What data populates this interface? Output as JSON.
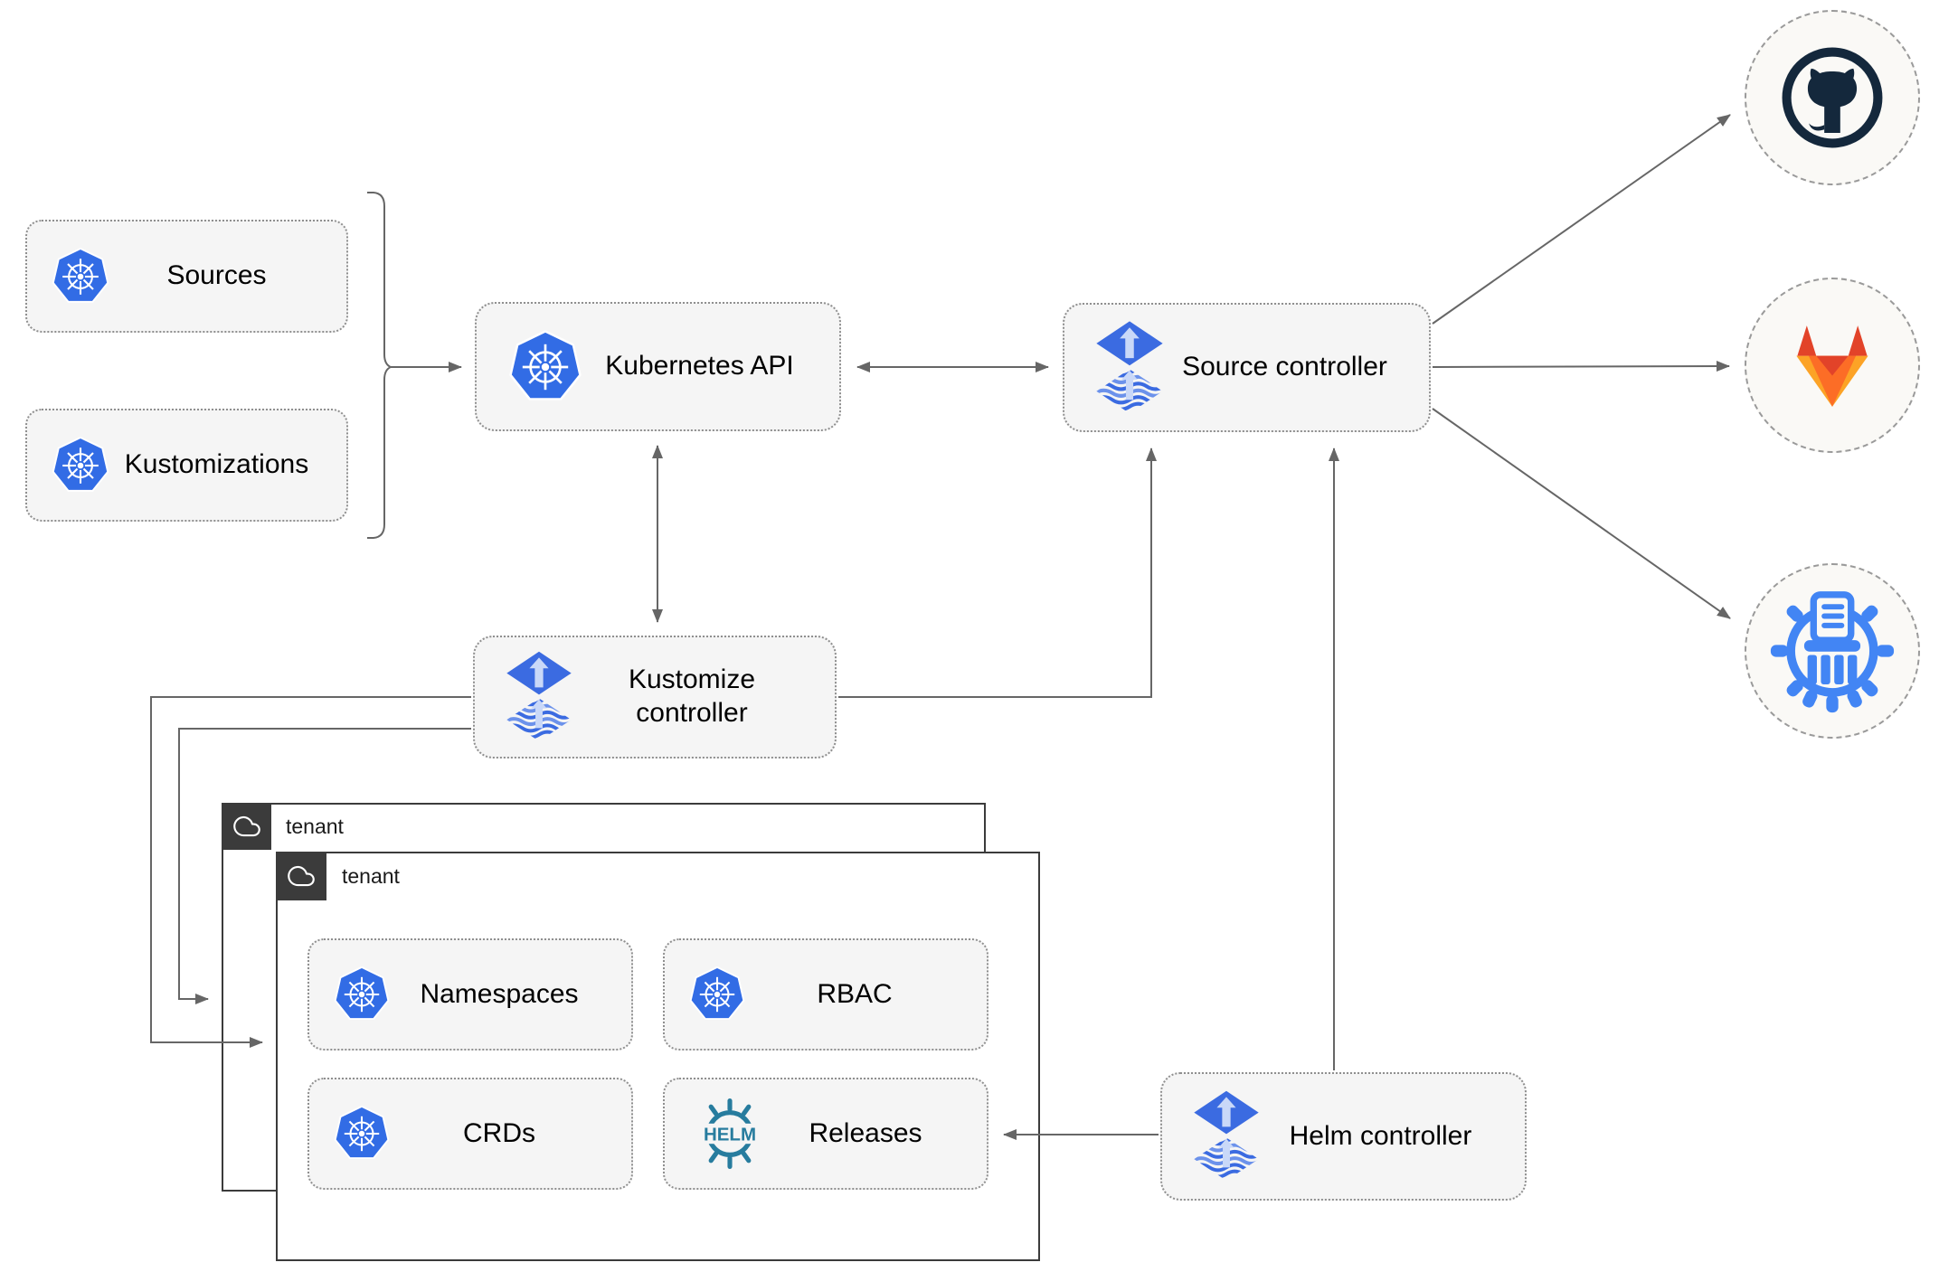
{
  "colors": {
    "k8s_blue": "#326CE5",
    "flux_blue": "#3B6BE1",
    "flux_light": "#C9D8F8",
    "flux_wave_alt": "#6C92EB",
    "helm_teal": "#277C9E",
    "github_dark": "#14283C",
    "gitlab_red": "#E24329",
    "gitlab_orange": "#FC6D26",
    "gitlab_yellow": "#FCA326",
    "harbor_blue": "#4285F4",
    "line_gray": "#666666",
    "chip_bg": "#F5F5F5",
    "circle_bg": "#FAF9F6",
    "tenant_dark": "#3B3B3B"
  },
  "diagram": {
    "resources": [
      {
        "label": "Sources",
        "icon": "kubernetes-icon"
      },
      {
        "label": "Kustomizations",
        "icon": "kubernetes-icon"
      }
    ],
    "nodes": {
      "kubernetes_api": {
        "label": "Kubernetes API",
        "icon": "kubernetes-icon"
      },
      "source_controller": {
        "label": "Source controller",
        "icon": "flux-icon"
      },
      "kustomize_controller": {
        "label": "Kustomize controller",
        "icon": "flux-icon"
      },
      "helm_controller": {
        "label": "Helm controller",
        "icon": "flux-icon"
      }
    },
    "tenants": {
      "back": {
        "label": "tenant"
      },
      "front": {
        "label": "tenant",
        "items": [
          {
            "label": "Namespaces",
            "icon": "kubernetes-icon"
          },
          {
            "label": "RBAC",
            "icon": "kubernetes-icon"
          },
          {
            "label": "CRDs",
            "icon": "kubernetes-icon"
          },
          {
            "label": "Releases",
            "icon": "helm-icon"
          }
        ]
      }
    },
    "helm_logo_text": "HELM",
    "destinations": [
      {
        "icon": "github-icon"
      },
      {
        "icon": "gitlab-icon"
      },
      {
        "icon": "harbor-registry-icon"
      }
    ]
  }
}
